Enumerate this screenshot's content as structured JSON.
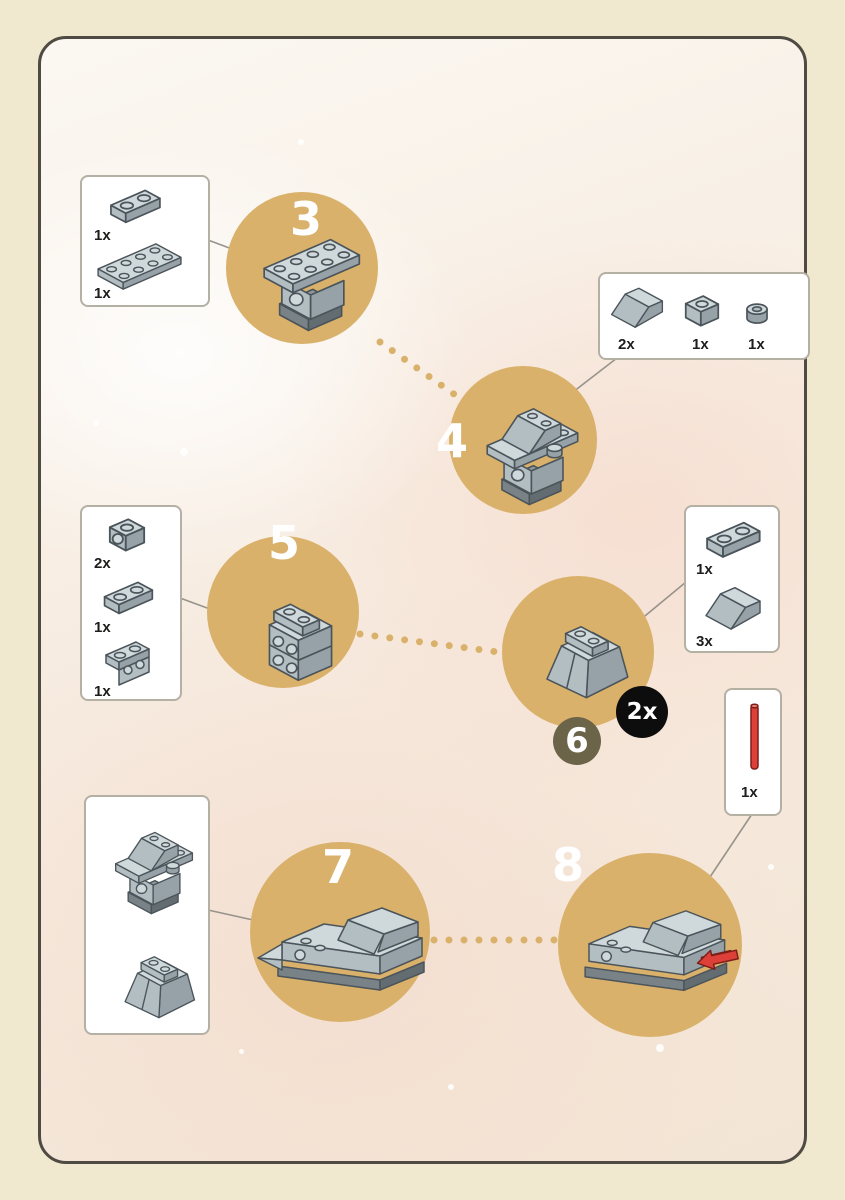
{
  "page": {
    "accent_color": "#d9b16a",
    "step6_badge_color": "#6b6448",
    "multiplier_badge_color": "#0d0d0d",
    "frame_border_color": "#4f4b43"
  },
  "steps": [
    {
      "number": "3"
    },
    {
      "number": "4"
    },
    {
      "number": "5"
    },
    {
      "number": "6",
      "multiplier": "2x"
    },
    {
      "number": "7"
    },
    {
      "number": "8"
    }
  ],
  "callouts": {
    "step3": {
      "items": [
        {
          "qty": "1x",
          "part": "plate-1x2"
        },
        {
          "qty": "1x",
          "part": "plate-2x4"
        }
      ]
    },
    "step4": {
      "items": [
        {
          "qty": "2x",
          "part": "slope-2x2"
        },
        {
          "qty": "1x",
          "part": "brick-1x1"
        },
        {
          "qty": "1x",
          "part": "round-plate-1x1"
        }
      ]
    },
    "step5": {
      "items": [
        {
          "qty": "2x",
          "part": "brick-1x1-side-stud"
        },
        {
          "qty": "1x",
          "part": "plate-1x2"
        },
        {
          "qty": "1x",
          "part": "bracket-1x2"
        }
      ]
    },
    "step6": {
      "items": [
        {
          "qty": "1x",
          "part": "plate-1x2"
        },
        {
          "qty": "3x",
          "part": "slope-2x2"
        }
      ]
    },
    "step7": {
      "items": [
        {
          "part": "subassembly-step4"
        },
        {
          "part": "subassembly-step6"
        }
      ]
    },
    "step8": {
      "items": [
        {
          "qty": "1x",
          "part": "bar-red"
        }
      ]
    }
  }
}
